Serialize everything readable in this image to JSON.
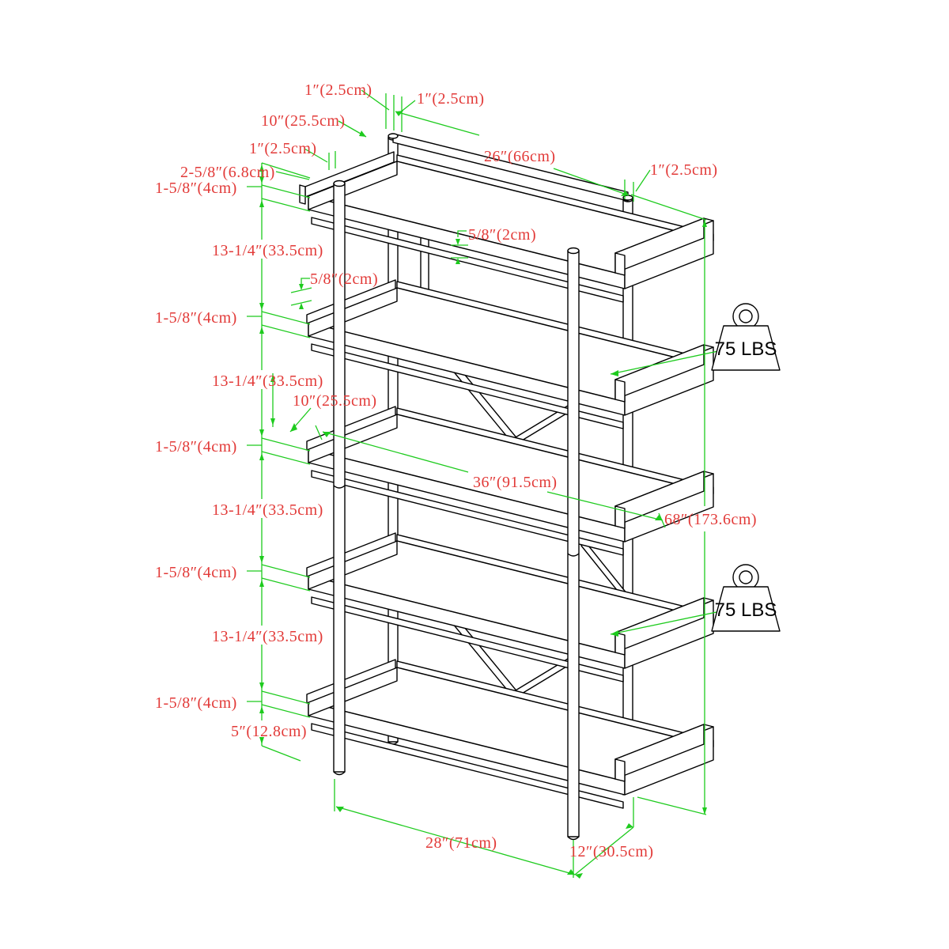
{
  "drawing": {
    "type": "furniture-dimension-diagram",
    "subject": "5-shelf open bookshelf / etagere isometric line drawing"
  },
  "dims": {
    "post_width_a": "1″(2.5cm)",
    "post_width_b": "1″(2.5cm)",
    "top_offset": "10″(25.5cm)",
    "left_rim_width": "1″(2.5cm)",
    "top_rail_length": "26″(66cm)",
    "right_post_width": "1″(2.5cm)",
    "top_rim_height": "2-5/8″(6.8cm)",
    "shelf_thickness_1": "1-5/8″(4cm)",
    "back_rail_thickness_mid": "5/8″(2cm)",
    "shelf_gap_1": "13-1/4″(33.5cm)",
    "back_rail_thickness_left": "5/8″(2cm)",
    "shelf_thickness_2": "1-5/8″(4cm)",
    "shelf_gap_2": "13-1/4″(33.5cm)",
    "mid_offset": "10″(25.5cm)",
    "shelf_thickness_3": "1-5/8″(4cm)",
    "shelf_length": "36″(91.5cm)",
    "shelf_gap_3": "13-1/4″(33.5cm)",
    "overall_height": "68″(173.6cm)",
    "shelf_thickness_4": "1-5/8″(4cm)",
    "shelf_gap_4": "13-1/4″(33.5cm)",
    "shelf_thickness_5": "1-5/8″(4cm)",
    "bottom_clearance": "5″(12.8cm)",
    "leg_span": "28″(71cm)",
    "depth": "12″(30.5cm)"
  },
  "weights": {
    "upper": "75 LBS",
    "lower": "75 LBS"
  },
  "colors": {
    "dimension_line": "#1ecb1e",
    "dimension_text": "#e23a38",
    "drawing_line": "#000000",
    "background": "#ffffff"
  }
}
